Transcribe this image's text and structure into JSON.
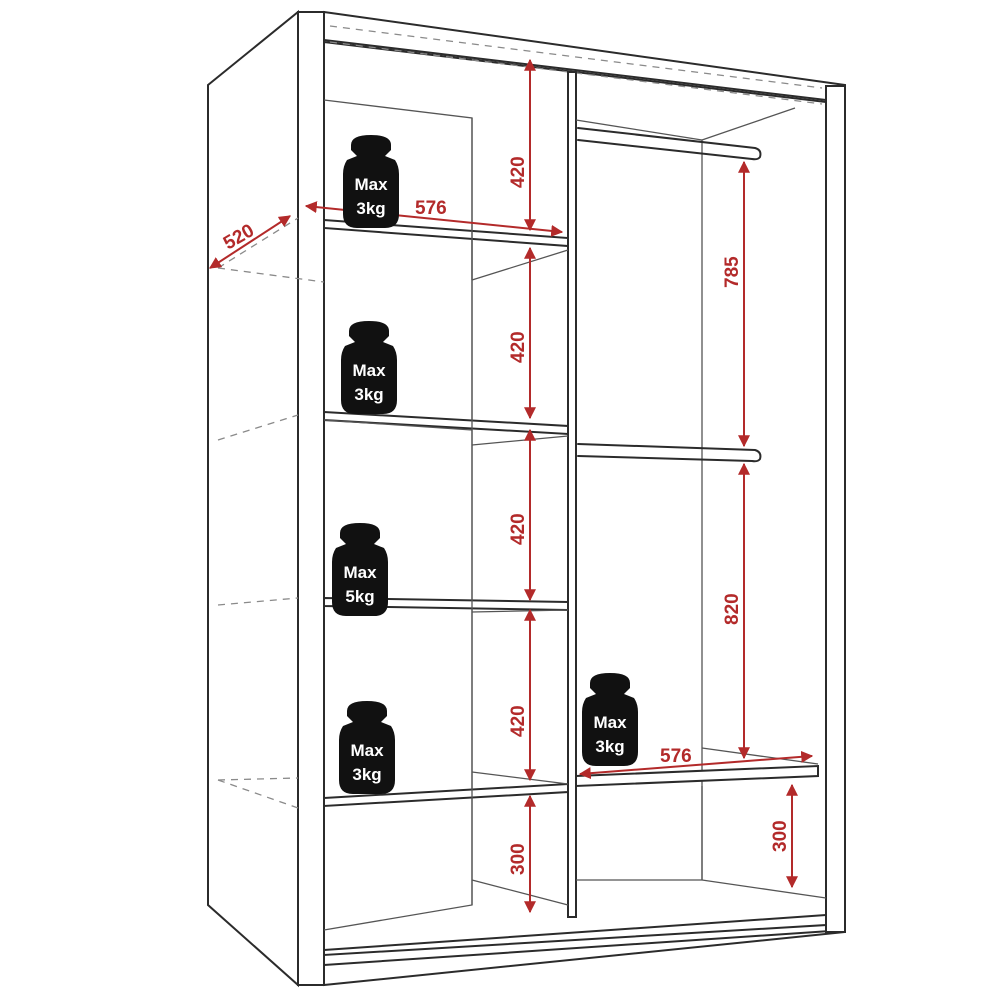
{
  "colors": {
    "outline": "#2b2b2b",
    "dimension": "#b32a2a",
    "weight_fill": "#111111",
    "weight_text": "#ffffff"
  },
  "dimensions": {
    "depth": "520",
    "left_shelf_width": "576",
    "right_shelf_width": "576",
    "left_compartment_1": "420",
    "left_compartment_2": "420",
    "left_compartment_3": "420",
    "left_compartment_4": "420",
    "left_bottom": "300",
    "right_upper": "785",
    "right_lower": "820",
    "right_bottom": "300"
  },
  "weights": [
    {
      "line1": "Max",
      "line2": "3kg"
    },
    {
      "line1": "Max",
      "line2": "3kg"
    },
    {
      "line1": "Max",
      "line2": "5kg"
    },
    {
      "line1": "Max",
      "line2": "3kg"
    },
    {
      "line1": "Max",
      "line2": "3kg"
    }
  ],
  "icons": {
    "weight": "weight-icon",
    "arrow": "arrow-icon"
  }
}
